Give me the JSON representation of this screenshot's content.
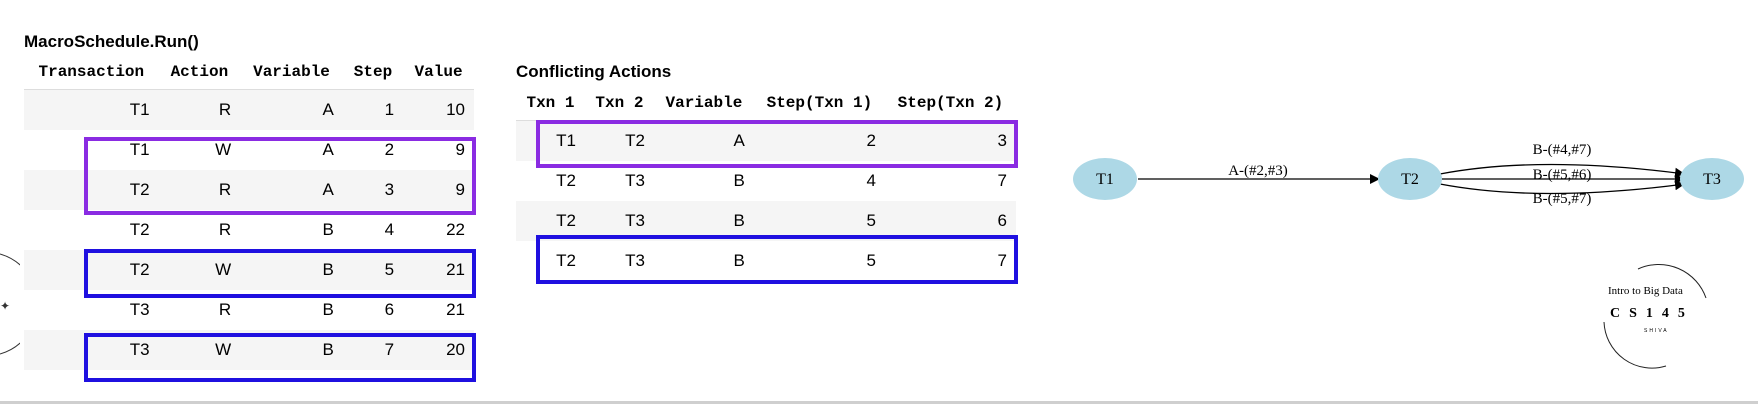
{
  "left_table": {
    "title": "MacroSchedule.Run()",
    "headers": [
      "Transaction",
      "Action",
      "Variable",
      "Step",
      "Value"
    ],
    "rows": [
      [
        "T1",
        "R",
        "A",
        "1",
        "10"
      ],
      [
        "T1",
        "W",
        "A",
        "2",
        "9"
      ],
      [
        "T2",
        "R",
        "A",
        "3",
        "9"
      ],
      [
        "T2",
        "R",
        "B",
        "4",
        "22"
      ],
      [
        "T2",
        "W",
        "B",
        "5",
        "21"
      ],
      [
        "T3",
        "R",
        "B",
        "6",
        "21"
      ],
      [
        "T3",
        "W",
        "B",
        "7",
        "20"
      ]
    ]
  },
  "conflicts_table": {
    "title": "Conflicting Actions",
    "headers": [
      "Txn 1",
      "Txn 2",
      "Variable",
      "Step(Txn 1)",
      "Step(Txn 2)"
    ],
    "rows": [
      [
        "T1",
        "T2",
        "A",
        "2",
        "3"
      ],
      [
        "T2",
        "T3",
        "B",
        "4",
        "7"
      ],
      [
        "T2",
        "T3",
        "B",
        "5",
        "6"
      ],
      [
        "T2",
        "T3",
        "B",
        "5",
        "7"
      ]
    ]
  },
  "highlights": {
    "purple": "#8a2be2",
    "blue": "#1f10e0"
  },
  "graph": {
    "node_color": "#add8e6",
    "nodes": [
      "T1",
      "T2",
      "T3"
    ],
    "edges": [
      {
        "from": "T1",
        "to": "T2",
        "label": "A-(#2,#3)"
      },
      {
        "from": "T2",
        "to": "T3",
        "label": "B-(#4,#7)"
      },
      {
        "from": "T2",
        "to": "T3",
        "label": "B-(#5,#6)"
      },
      {
        "from": "T2",
        "to": "T3",
        "label": "B-(#5,#7)"
      }
    ]
  },
  "logo": {
    "top_text": "Intro to Big Data",
    "main_text": "CS145",
    "sub_text": "SHIVA"
  }
}
